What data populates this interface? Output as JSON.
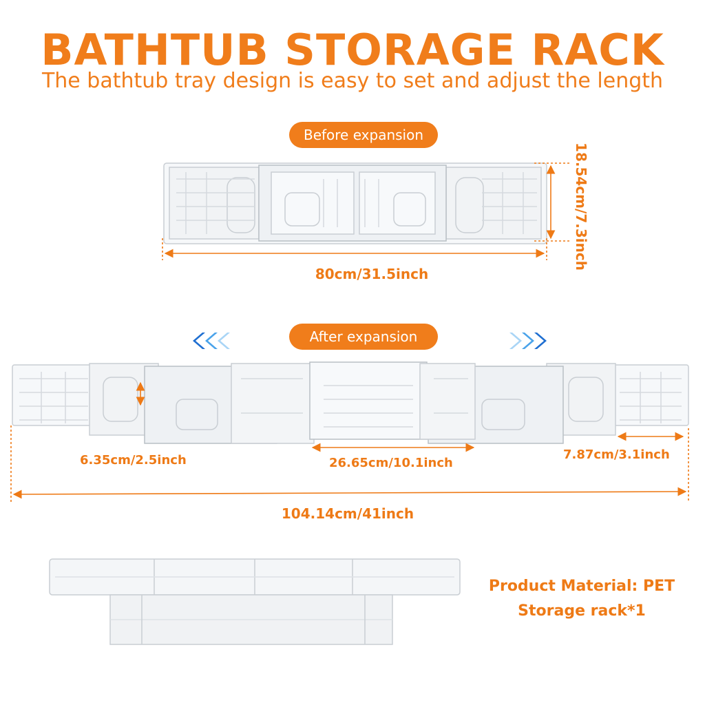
{
  "header": {
    "title": "BATHTUB STORAGE RACK",
    "subtitle": "The bathtub tray design is easy to set and adjust the length"
  },
  "before": {
    "label": "Before expansion",
    "width_dim": "80cm/31.5inch",
    "height_dim": "18.54cm/7.3inch"
  },
  "after": {
    "label": "After expansion",
    "dim_slot": "6.35cm/2.5inch",
    "dim_center": "26.65cm/10.1inch",
    "dim_end": "7.87cm/3.1inch",
    "total_dim": "104.14cm/41inch"
  },
  "product": {
    "material": "Product Material: PET",
    "quantity": "Storage rack*1"
  },
  "colors": {
    "accent": "#f07d1b",
    "arrow_left": "#2f8fe0",
    "arrow_right": "#2f8fe0"
  },
  "icons": {
    "left_arrows": "triple-chevron-left-icon",
    "right_arrows": "triple-chevron-right-icon"
  }
}
